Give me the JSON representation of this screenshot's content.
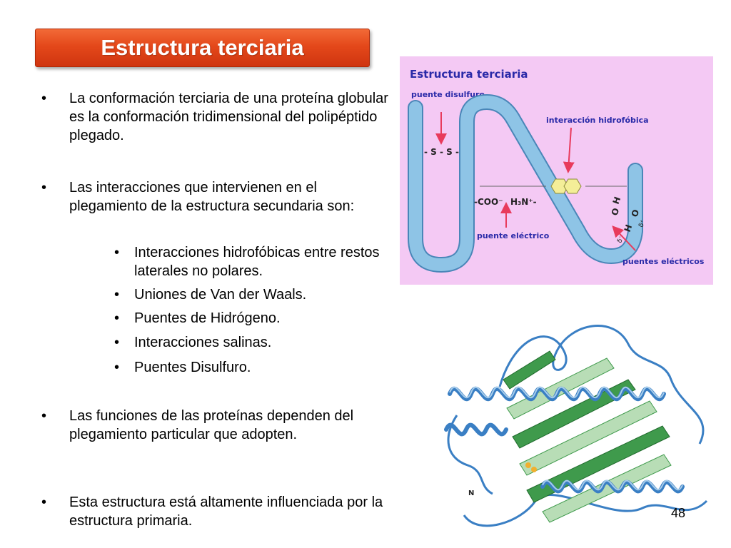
{
  "slide": {
    "title": "Estructura terciaria",
    "page_number": "48"
  },
  "bullets": [
    {
      "text": "La conformación terciaria de una proteína globular es la conformación tridimensional del polipéptido plegado."
    },
    {
      "text": "Las interacciones que intervienen en el plegamiento de la estructura secundaria son:"
    },
    {
      "text": "Las funciones de las proteínas dependen del plegamiento particular que adopten."
    },
    {
      "text": "Esta estructura está altamente influenciada por la estructura primaria."
    }
  ],
  "sub_bullets": [
    {
      "text": "Interacciones hidrofóbicas entre restos laterales no polares."
    },
    {
      "text": "Uniones de Van der Waals."
    },
    {
      "text": "Puentes de Hidrógeno."
    },
    {
      "text": "Interacciones salinas."
    },
    {
      "text": "Puentes Disulfuro."
    }
  ],
  "bullet_symbol": "•",
  "diagram": {
    "title": "Estructura terciaria",
    "labels": {
      "disulfide": "puente disulfuro",
      "hydrophobic": "interacción hidrofóbica",
      "ss": "- S - S -",
      "coo": "-COO⁻",
      "h3n": "H₃N⁺-",
      "electric_bridge": "puente eléctrico",
      "electric_bridges": "puentes eléctricos",
      "o1": "O",
      "h1": "H",
      "h2": "H",
      "o2": "O",
      "dminus": "δ⁻",
      "dplus": "δ⁺"
    },
    "colors": {
      "background": "#f4c9f4",
      "ribbon": "#8ec4e6",
      "arrow": "#e83a5c",
      "label": "#2a2aa8"
    }
  },
  "protein": {
    "labels": {
      "n_terminus": "N"
    },
    "colors": {
      "helix": "#3a7fc4",
      "sheet": "#3f9a4c",
      "sheet_light": "#b8ddb6"
    }
  }
}
